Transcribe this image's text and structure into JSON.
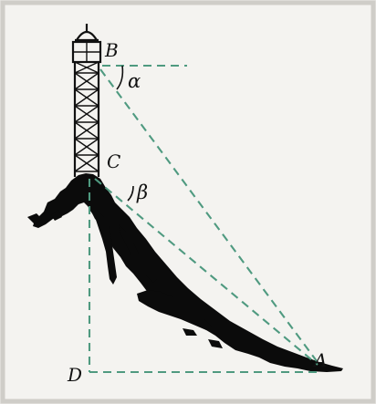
{
  "figure": {
    "labels": {
      "B": "B",
      "C": "C",
      "D": "D",
      "A": "A",
      "alpha": "α",
      "beta": "β"
    },
    "colors": {
      "background": "#ecebe8",
      "frame": "#d9d7d2",
      "ink": "#111111",
      "guide_line": "#4f9a80"
    },
    "icons": [
      "tower-icon",
      "hill-icon"
    ]
  }
}
